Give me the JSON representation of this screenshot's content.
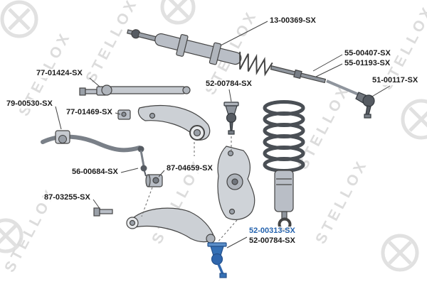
{
  "diagram": {
    "watermark": "STELLOX",
    "highlighted_part": "52-00313-SX",
    "colors": {
      "highlight": "#2563ae",
      "label": "#1c1c1c",
      "watermark": "#d7d7d7"
    },
    "labels": [
      {
        "part": "13-00369-SX"
      },
      {
        "part": "55-00407-SX"
      },
      {
        "part": "55-01193-SX"
      },
      {
        "part": "51-00117-SX"
      },
      {
        "part": "77-01424-SX"
      },
      {
        "part": "52-00784-SX"
      },
      {
        "part": "79-00530-SX"
      },
      {
        "part": "77-01469-SX"
      },
      {
        "part": "56-00684-SX"
      },
      {
        "part": "87-04659-SX"
      },
      {
        "part": "87-03255-SX"
      },
      {
        "part": "52-00313-SX",
        "highlighted": true
      },
      {
        "part": "52-00784-SX"
      }
    ]
  }
}
